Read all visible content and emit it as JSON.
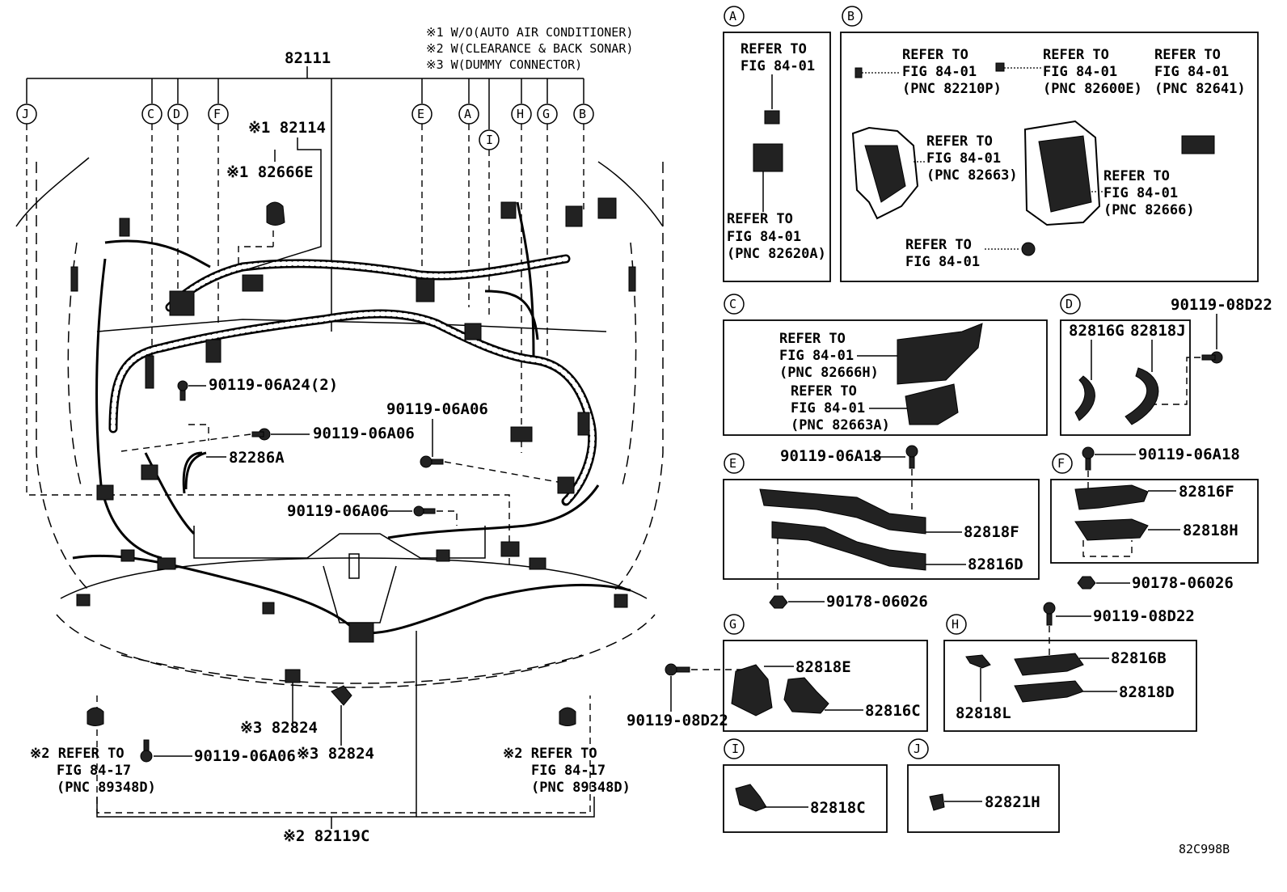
{
  "diagram": {
    "main_part": "82111",
    "notes": [
      "※1 W/O(AUTO AIR CONDITIONER)",
      "※2 W(CLEARANCE & BACK SONAR)",
      "※3 W(DUMMY CONNECTOR)"
    ],
    "callout_letters": [
      "J",
      "C",
      "D",
      "F",
      "E",
      "A",
      "I",
      "H",
      "G",
      "B"
    ],
    "main_labels": {
      "p82114": "※1 82114",
      "p82666E": "※1 82666E",
      "b_06A24": "90119-06A24(2)",
      "b_06A06_a": "90119-06A06",
      "b_06A06_b": "90119-06A06",
      "b_06A06_c": "90119-06A06",
      "b_06A06_d": "90119-06A06",
      "p82286A": "82286A",
      "p82824_a": "※3 82824",
      "p82824_b": "※3 82824",
      "p82119C": "※2 82119C",
      "refL_1": "※2 REFER TO",
      "refL_2": "FIG 84-17",
      "refL_3": "(PNC 89348D)",
      "refR_1": "※2 REFER TO",
      "refR_2": "FIG 84-17",
      "refR_3": "(PNC 89348D)"
    },
    "panel_A": {
      "letter": "A",
      "ref1": [
        "REFER TO",
        "FIG 84-01"
      ],
      "ref2": [
        "REFER TO",
        "FIG 84-01",
        "(PNC 82620A)"
      ]
    },
    "panel_B": {
      "letter": "B",
      "r1": [
        "REFER TO",
        "FIG 84-01",
        "(PNC 82210P)"
      ],
      "r2": [
        "REFER TO",
        "FIG 84-01",
        "(PNC 82600E)"
      ],
      "r3": [
        "REFER TO",
        "FIG 84-01",
        "(PNC 82641)"
      ],
      "r4": [
        "REFER TO",
        "FIG 84-01",
        "(PNC 82663)"
      ],
      "r5": [
        "REFER TO",
        "FIG 84-01",
        "(PNC 82666)"
      ],
      "r6": [
        "REFER TO",
        "FIG 84-01"
      ]
    },
    "panel_C": {
      "letter": "C",
      "r1": [
        "REFER TO",
        "FIG 84-01",
        "(PNC 82666H)"
      ],
      "r2": [
        "REFER TO",
        "FIG 84-01",
        "(PNC 82663A)"
      ]
    },
    "panel_D": {
      "letter": "D",
      "p1": "82816G",
      "p2": "82818J",
      "bolt": "90119-08D22"
    },
    "panel_E": {
      "letter": "E",
      "bolt": "90119-06A18",
      "p1": "82818F",
      "p2": "82816D",
      "nut": "90178-06026"
    },
    "panel_F": {
      "letter": "F",
      "bolt": "90119-06A18",
      "p1": "82816F",
      "p2": "82818H",
      "nut": "90178-06026"
    },
    "panel_G": {
      "letter": "G",
      "p1": "82818E",
      "p2": "82816C",
      "bolt": "90119-08D22"
    },
    "panel_H": {
      "letter": "H",
      "bolt": "90119-08D22",
      "p1": "82816B",
      "p2": "82818D",
      "p3": "82818L"
    },
    "panel_I": {
      "letter": "I",
      "p1": "82818C"
    },
    "panel_J": {
      "letter": "J",
      "p1": "82821H"
    },
    "figure_code": "82C998B"
  }
}
